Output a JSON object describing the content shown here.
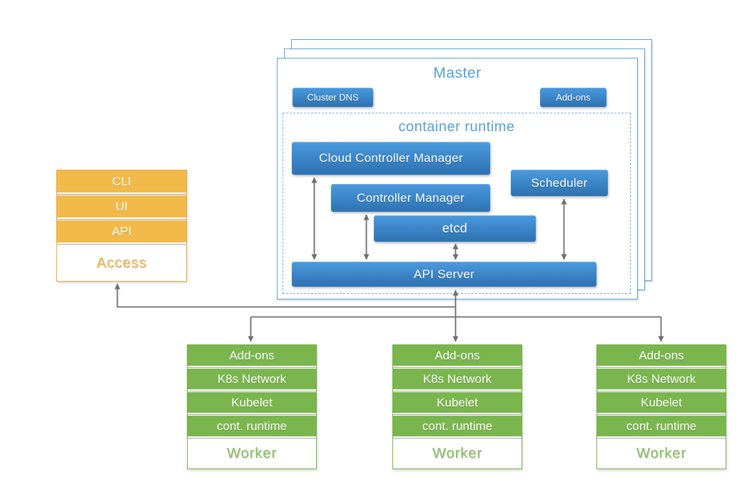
{
  "colors": {
    "blue-top": "#4a9ade",
    "blue-bottom": "#2e72b2",
    "blue-line": "#5aa2dc",
    "blue-dash": "#70b2e2",
    "blue-text": "#56a0d8",
    "orange": "#f1ba4a",
    "orange-border": "#f0ae40",
    "orange-text": "#f3b445",
    "green": "#7ab64d",
    "green-border": "#7ab64d",
    "green-text": "#8cc162",
    "arrow": "#6d6d6d",
    "separator": "#a6a6a6"
  },
  "master": {
    "title": "Master",
    "cluster_dns_label": "Cluster DNS",
    "addons_label": "Add-ons",
    "runtime_title": "container runtime",
    "components": {
      "cloud_controller_manager": "Cloud Controller Manager",
      "controller_manager": "Controller Manager",
      "etcd": "etcd",
      "scheduler": "Scheduler",
      "api_server": "API Server"
    }
  },
  "access": {
    "rows": [
      "CLI",
      "UI",
      "API"
    ],
    "label": "Access"
  },
  "workers": [
    {
      "rows": [
        "Add-ons",
        "K8s Network",
        "Kubelet",
        "cont. runtime"
      ],
      "label": "Worker"
    },
    {
      "rows": [
        "Add-ons",
        "K8s Network",
        "Kubelet",
        "cont. runtime"
      ],
      "label": "Worker"
    },
    {
      "rows": [
        "Add-ons",
        "K8s Network",
        "Kubelet",
        "cont. runtime"
      ],
      "label": "Worker"
    }
  ]
}
